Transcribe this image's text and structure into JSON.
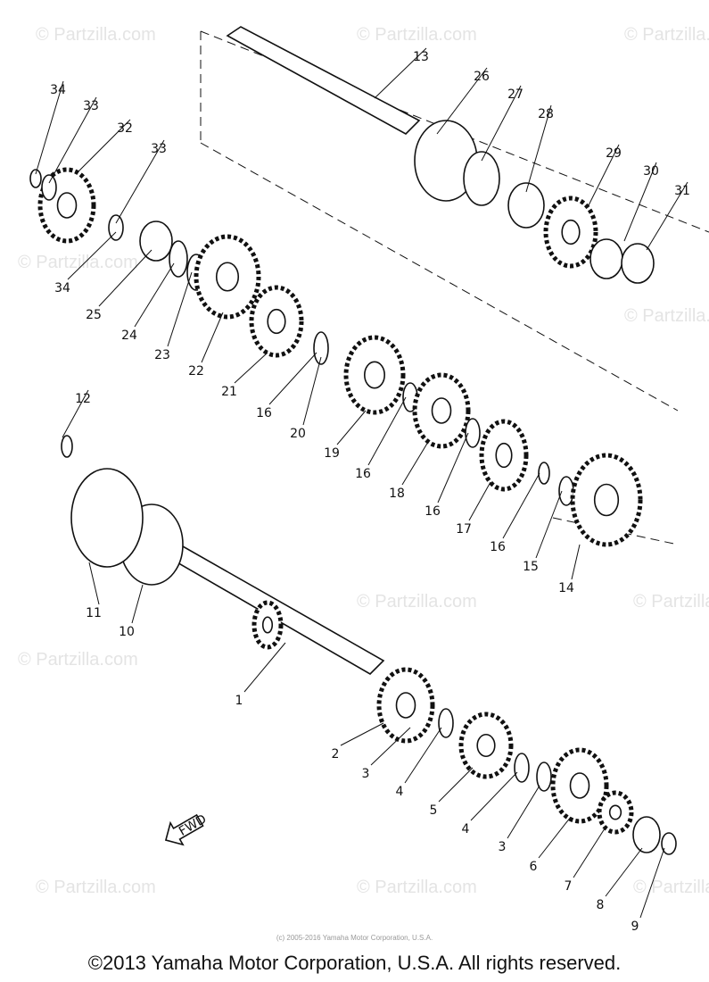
{
  "watermark": "© Partzilla.com",
  "callouts": [
    "34",
    "33",
    "32",
    "33",
    "34",
    "25",
    "24",
    "23",
    "22",
    "21",
    "16",
    "20",
    "19",
    "16",
    "18",
    "16",
    "17",
    "16",
    "15",
    "14",
    "13",
    "26",
    "27",
    "28",
    "29",
    "30",
    "31",
    "12",
    "11",
    "10",
    "1",
    "2",
    "3",
    "4",
    "5",
    "4",
    "3",
    "6",
    "7",
    "8",
    "9"
  ],
  "fwd_label": "FWD",
  "small_copyright": "(c) 2005-2016 Yamaha Motor Corporation, U.S.A.",
  "copyright": "©2013 Yamaha Motor Corporation, U.S.A. All rights reserved."
}
